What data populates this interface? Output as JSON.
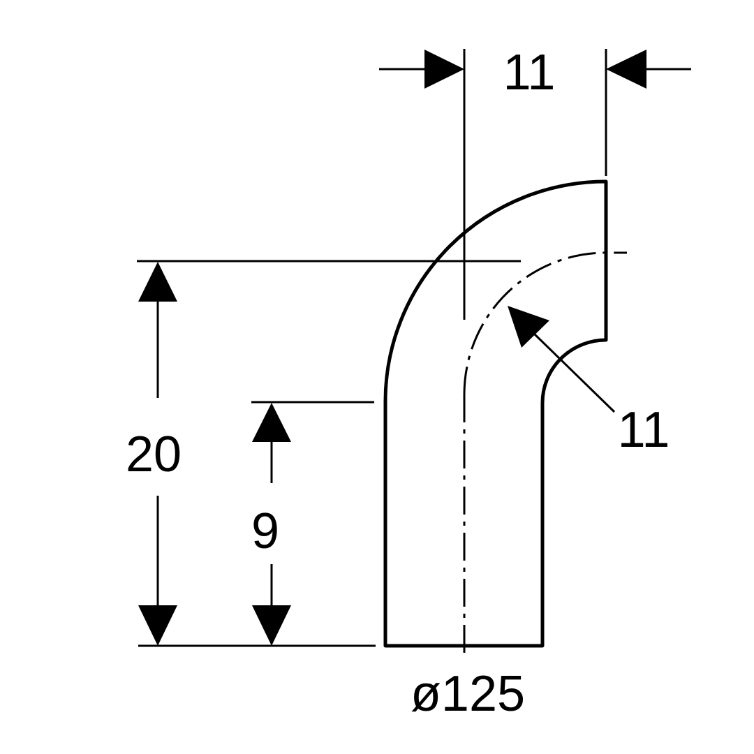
{
  "drawing": {
    "dimensions": {
      "top_offset": "11",
      "bend_radius": "11",
      "total_height": "20",
      "straight_height": "9",
      "diameter": "ø125"
    },
    "colors": {
      "line": "#000000",
      "background": "#ffffff"
    }
  }
}
